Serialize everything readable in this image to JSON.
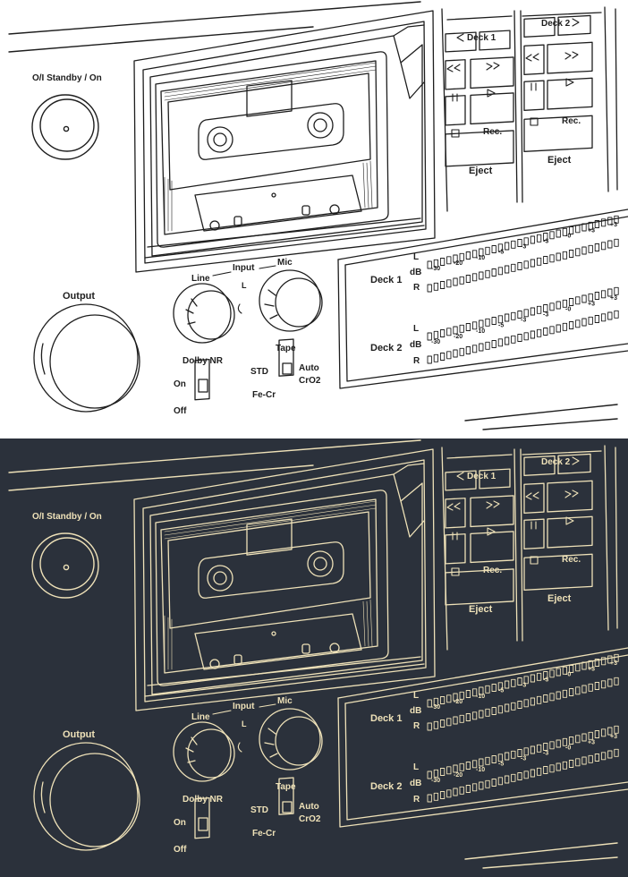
{
  "labels": {
    "standby": "O/I Standby / On",
    "deck1_header": "Deck 1",
    "deck2_header": "Deck 2",
    "rec": "Rec.",
    "eject": "Eject",
    "input_line": "Line",
    "input_label": "Input",
    "input_mic": "Mic",
    "level_mark": "L",
    "output": "Output",
    "dolby": "Dolby NR",
    "on": "On",
    "off": "Off",
    "tape": "Tape",
    "std": "STD",
    "auto": "Auto",
    "cro2": "CrO2",
    "fecr": "Fe-Cr",
    "meter_deck1": "Deck 1",
    "meter_deck2": "Deck 2",
    "ch_l": "L",
    "ch_r": "R",
    "db": "dB",
    "scale": [
      "-30",
      "-20",
      "-10",
      "-5",
      "-3",
      "-3",
      "-0",
      "+3",
      "+3"
    ]
  },
  "themes": [
    {
      "name": "light",
      "background": "#ffffff",
      "ink": "#1e1e1e"
    },
    {
      "name": "dark",
      "background": "#2b313b",
      "ink": "#eee1b8"
    }
  ]
}
